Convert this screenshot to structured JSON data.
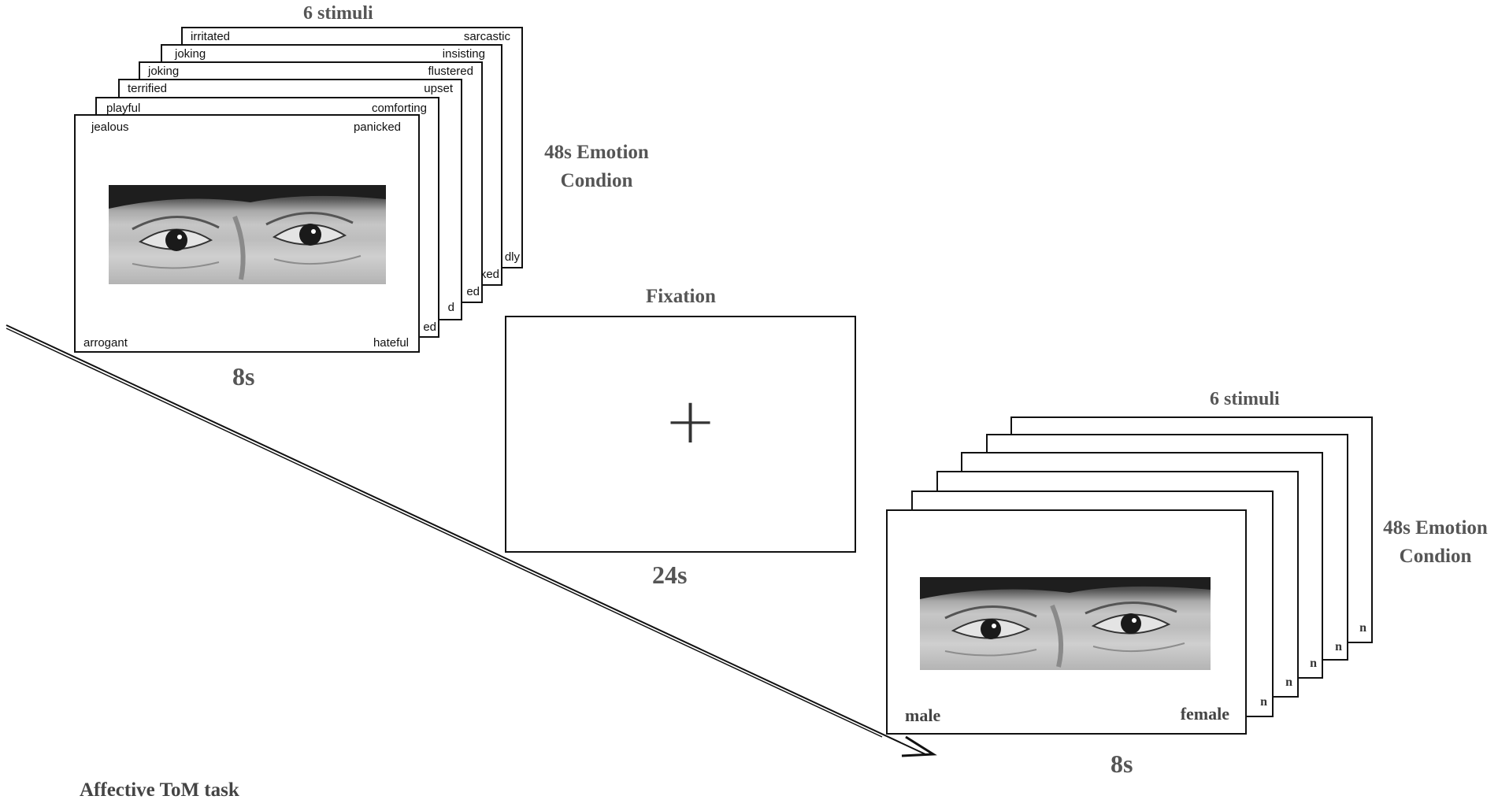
{
  "left_panel": {
    "count_label": "6 stimuli",
    "condition_label_line1": "48s Emotion",
    "condition_label_line2": "Condion",
    "duration": "8s",
    "back_cards": [
      {
        "top_left": "irritated",
        "top_right": "sarcastic",
        "side": "dly"
      },
      {
        "top_left": "joking",
        "top_right": "insisting",
        "side": "ked"
      },
      {
        "top_left": "joking",
        "top_right": "flustered",
        "side": "ed"
      },
      {
        "top_left": "terrified",
        "top_right": "upset",
        "side": "d"
      },
      {
        "top_left": "playful",
        "top_right": "comforting",
        "side": "ed"
      }
    ],
    "front_card": {
      "top_left": "jealous",
      "top_right": "panicked",
      "bottom_left": "arrogant",
      "bottom_right": "hateful"
    }
  },
  "fixation": {
    "title": "Fixation",
    "symbol": "+",
    "duration": "24s"
  },
  "right_panel": {
    "count_label": "6 stimuli",
    "condition_label_line1": "48s Emotion",
    "condition_label_line2": "Condion",
    "duration": "8s",
    "side_glyph": "n",
    "front_card": {
      "bottom_left": "male",
      "bottom_right": "female"
    }
  },
  "task_label": "Affective ToM task"
}
